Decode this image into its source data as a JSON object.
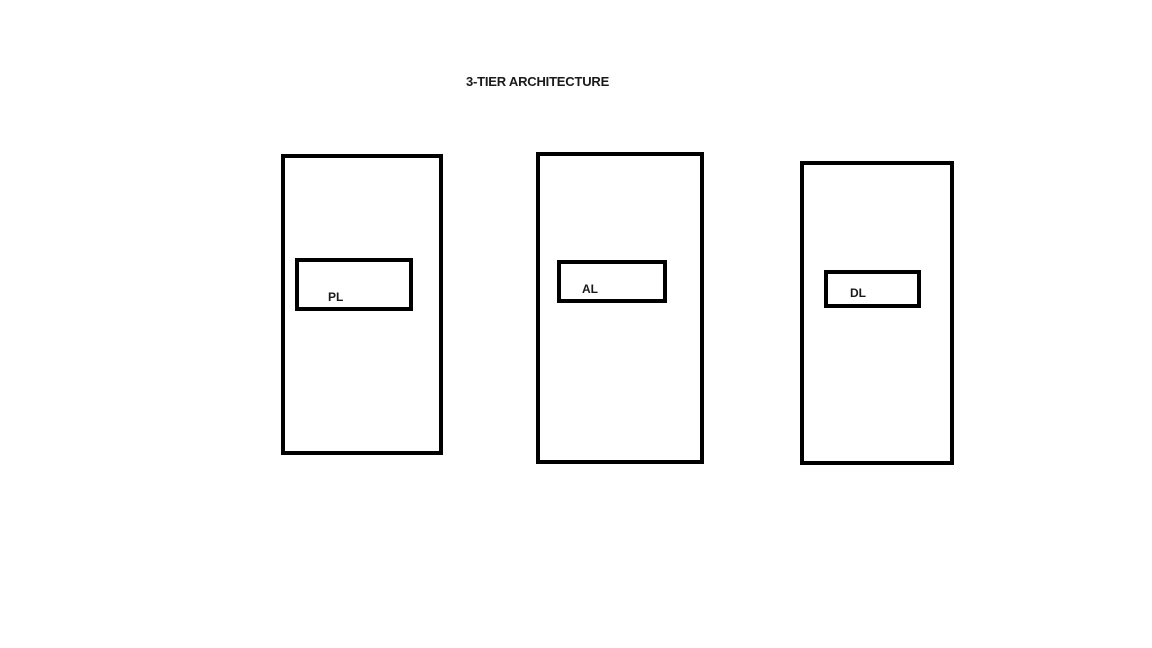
{
  "diagram": {
    "title": "3-TIER ARCHITECTURE",
    "tiers": [
      {
        "label": "PL"
      },
      {
        "label": "AL"
      },
      {
        "label": "DL"
      }
    ]
  }
}
